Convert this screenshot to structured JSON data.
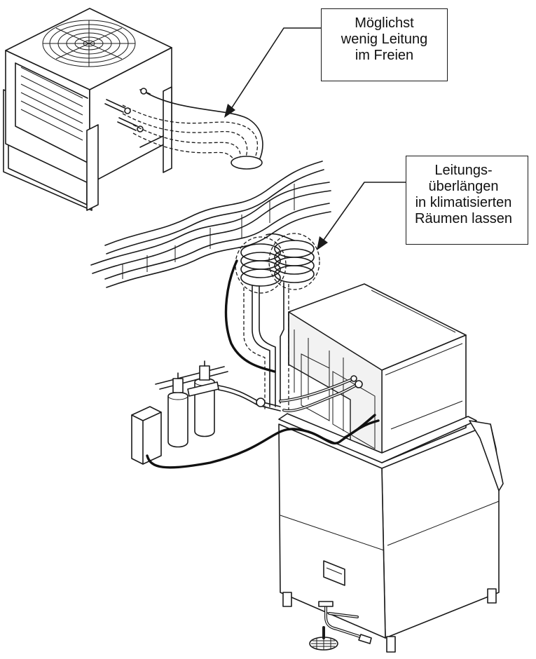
{
  "callouts": {
    "outdoor": {
      "lines": [
        "Möglichst",
        "wenig Leitung",
        "im Freien"
      ]
    },
    "indoor": {
      "lines": [
        "Leitungs-",
        "überlängen",
        "in klimatisierten",
        "Räumen lassen"
      ]
    }
  },
  "colors": {
    "line": "#1a1a1a",
    "background": "#ffffff",
    "panel": "#f2f2f2"
  },
  "icons": {
    "condenser": "remote-condenser-icon",
    "ice_machine": "ice-machine-icon",
    "filter": "water-filter-icon",
    "junction_box": "electrical-box-icon",
    "drain": "floor-drain-icon"
  }
}
